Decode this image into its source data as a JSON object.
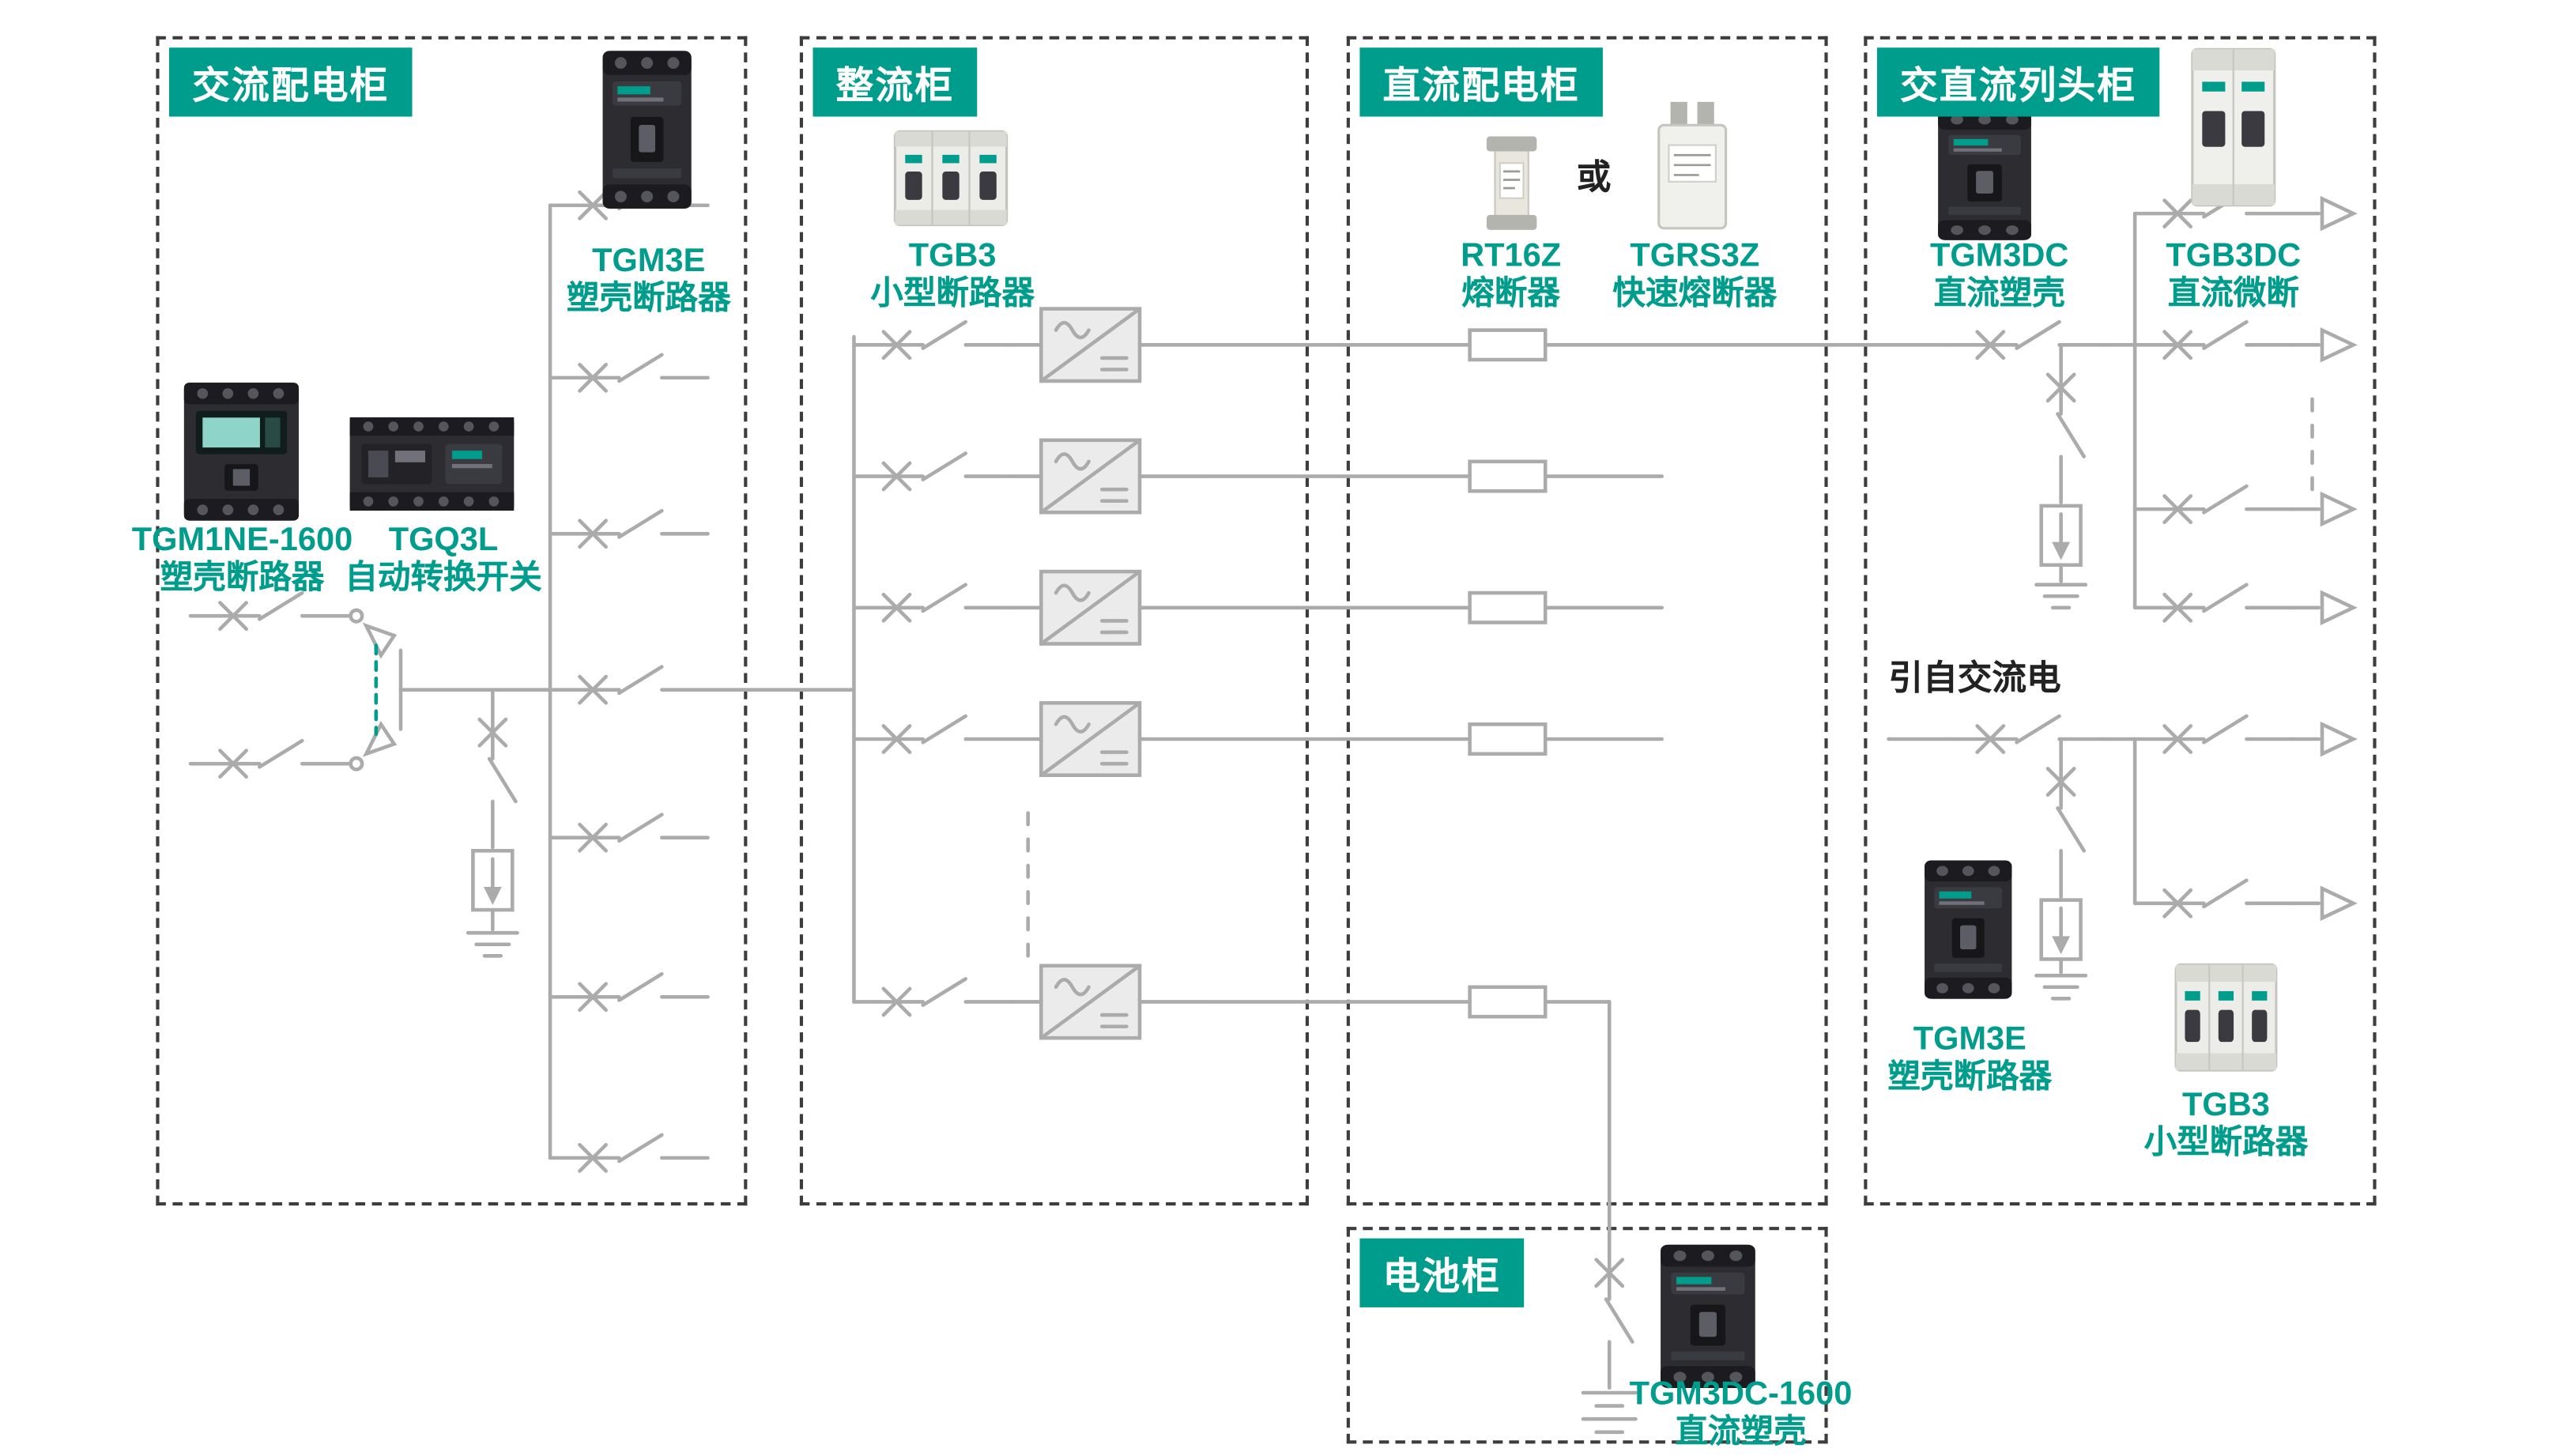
{
  "colors": {
    "accent": "#009C8C",
    "wire": "#ABABAB",
    "cabinet_border": "#3D3D3D",
    "background": "#FFFFFF"
  },
  "cabinets": {
    "ac": {
      "title": "交流配电柜"
    },
    "rectifier": {
      "title": "整流柜"
    },
    "dc": {
      "title": "直流配电柜"
    },
    "row": {
      "title": "交直流列头柜"
    },
    "battery": {
      "title": "电池柜"
    }
  },
  "products": {
    "tgm3e_ac": {
      "name": "TGM3E",
      "desc": "塑壳断路器"
    },
    "tgm1ne_1600": {
      "name": "TGM1NE-1600",
      "desc": "塑壳断路器"
    },
    "tgq3l": {
      "name": "TGQ3L",
      "desc": "自动转换开关"
    },
    "tgb3_rectifier": {
      "name": "TGB3",
      "desc": "小型断路器"
    },
    "rt16z": {
      "name": "RT16Z",
      "desc": "熔断器"
    },
    "tgrs3z": {
      "name": "TGRS3Z",
      "desc": "快速熔断器"
    },
    "tgm3dc": {
      "name": "TGM3DC",
      "desc": "直流塑壳"
    },
    "tgb3dc": {
      "name": "TGB3DC",
      "desc": "直流微断"
    },
    "tgm3e_row": {
      "name": "TGM3E",
      "desc": "塑壳断路器"
    },
    "tgb3_row": {
      "name": "TGB3",
      "desc": "小型断路器"
    },
    "tgm3dc_1600": {
      "name": "TGM3DC-1600",
      "desc": "直流塑壳"
    }
  },
  "annotations": {
    "or": "或",
    "from_ac": "引自交流电"
  },
  "symbols": {
    "breaker": "breaker-switch-symbol",
    "fuse": "fuse-box-symbol",
    "rectifier": "ac-dc-rectifier-symbol",
    "surge_protector": "surge-protector-symbol",
    "ground": "ground-symbol",
    "battery": "battery-symbol",
    "load_arrow": "load-arrow-symbol",
    "transfer_switch": "automatic-transfer-switch-symbol",
    "continuation": "omitted-circuits-dashes"
  }
}
